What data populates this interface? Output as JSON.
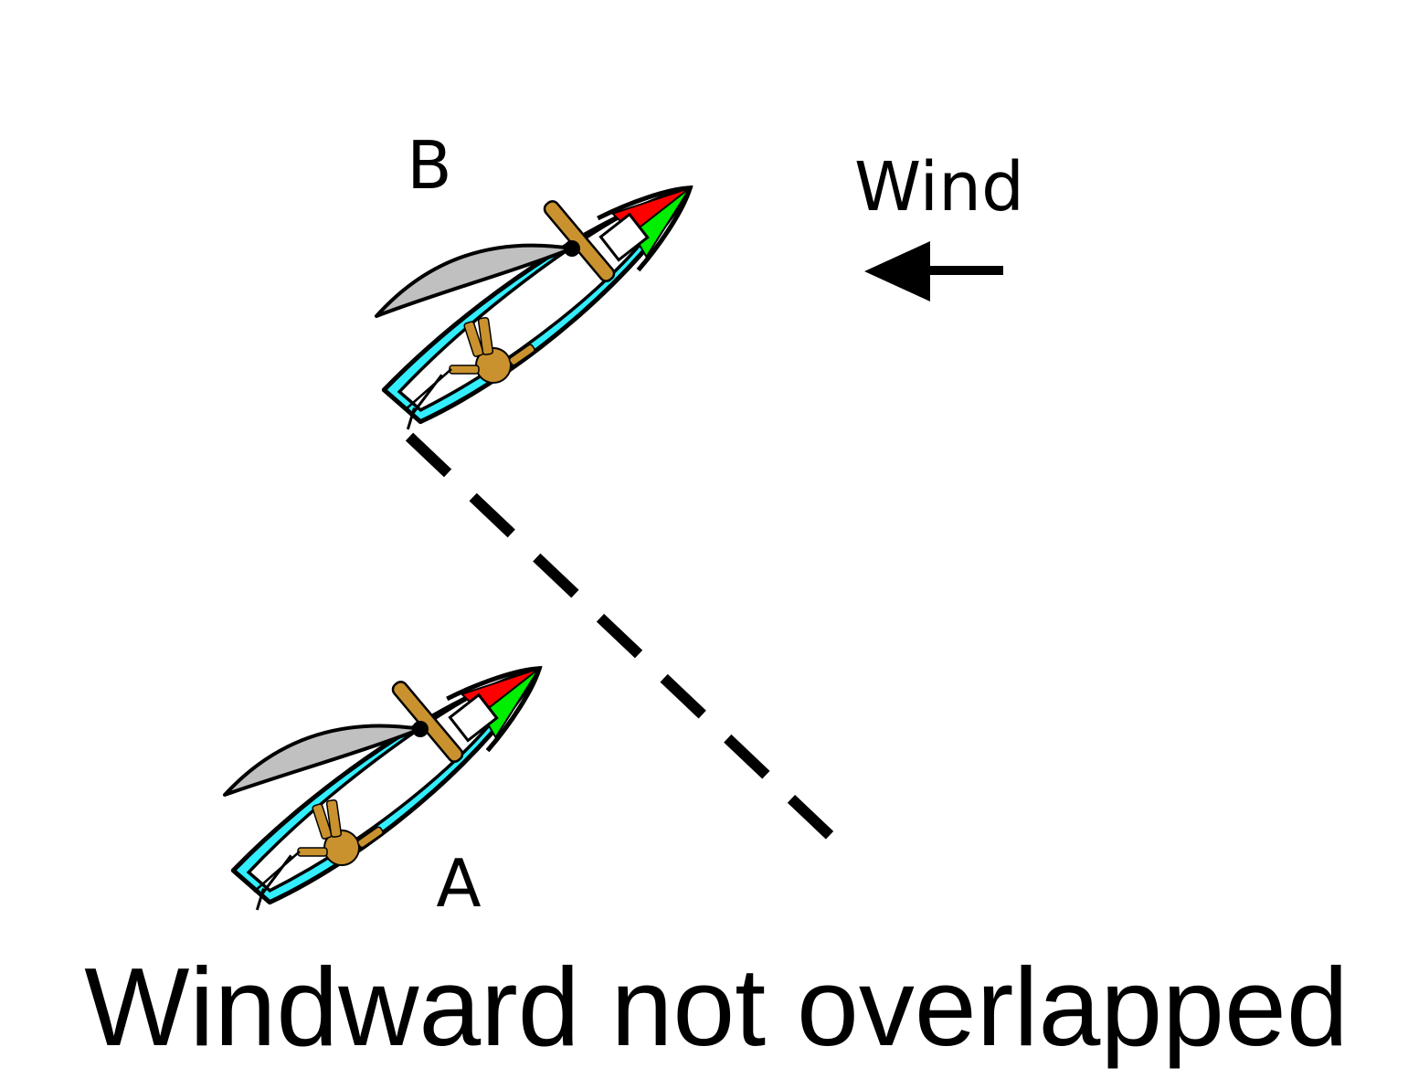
{
  "labels": {
    "boat_b": "B",
    "boat_a": "A",
    "wind": "Wind",
    "caption": "Windward not overlapped"
  },
  "colors": {
    "hull_deck": "#33eeff",
    "port_bow": "#ff0000",
    "starboard_bow": "#00ee00",
    "sail": "#c0c0c0",
    "sailor": "#c9922e",
    "line": "#000000"
  },
  "icons": {
    "wind_arrow": "left-arrow-icon",
    "boat": "sailboat-icon",
    "sailor": "sailor-icon"
  }
}
